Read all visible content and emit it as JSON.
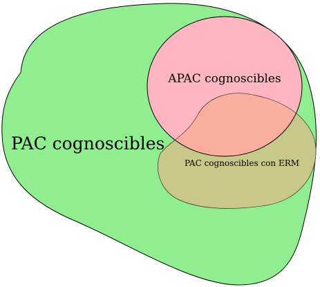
{
  "diagram": {
    "regions": {
      "pac": {
        "label": "PAC cognoscibles",
        "fill": "#90EE90",
        "stroke": "#000000"
      },
      "apac": {
        "label": "APAC cognoscibles",
        "fill": "#FFB6C1",
        "stroke": "#000000"
      },
      "erm": {
        "label": "PAC cognoscibles con ERM",
        "fill": "#C8C88A",
        "stroke": "#333333"
      },
      "overlap": {
        "fill": "#F9AE9E"
      }
    }
  }
}
